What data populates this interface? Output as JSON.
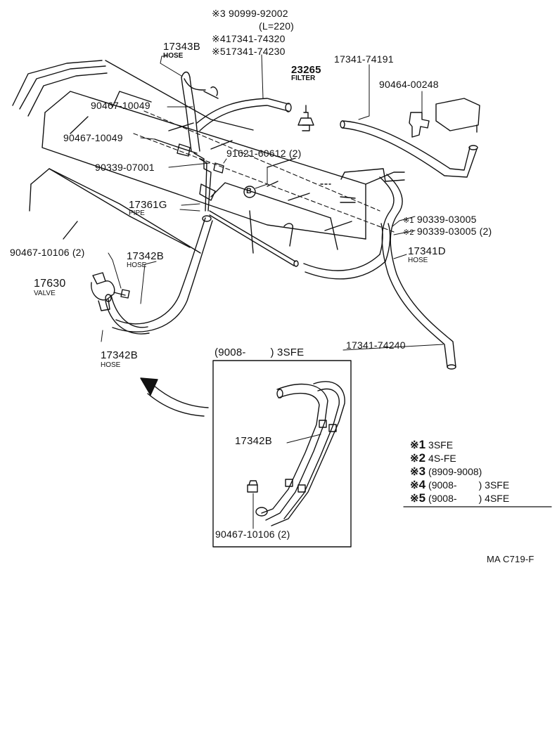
{
  "parts": {
    "p3": "90999-92002",
    "p3_mark": "※3",
    "p3_length": "(L=220)",
    "p4_mark": "※4",
    "p4": "17341-74320",
    "p5_mark": "※5",
    "p5": "17341-74230",
    "hose_17343b": "17343B",
    "hose_17343b_sub": "HOSE",
    "filter_23265": "23265",
    "filter_23265_sub": "FILTER",
    "p17341_74191": "17341-74191",
    "p90464_00248": "90464-00248",
    "p90467_10049_a": "90467-10049",
    "p90467_10049_b": "90467-10049",
    "p91621": "91621-60612 (2)",
    "p90339_07001": "90339-07001",
    "mark_b": "B",
    "p17361g": "17361G",
    "p17361g_sub": "PIPE",
    "p1_mark": "※1",
    "p1": "90339-03005",
    "p2_mark": "※2",
    "p2": "90339-03005 (2)",
    "p17341d": "17341D",
    "p17341d_sub": "HOSE",
    "p90467_10106": "90467-10106 (2)",
    "p17342b_top": "17342B",
    "p17342b_top_sub": "HOSE",
    "p17630": "17630",
    "p17630_sub": "VALVE",
    "p17341_74240": "17341-74240",
    "p17342b_bottom": "17342B",
    "p17342b_bottom_sub": "HOSE"
  },
  "inset": {
    "title": "(9008-        ) 3SFE",
    "hose_label": "17342B",
    "clamp_label": "90467-10106 (2)"
  },
  "legend": [
    {
      "mark": "※",
      "num": "1",
      "text": "3SFE"
    },
    {
      "mark": "※",
      "num": "2",
      "text": "4S-FE"
    },
    {
      "mark": "※",
      "num": "3",
      "text": "(8909-9008)"
    },
    {
      "mark": "※",
      "num": "4",
      "text": "(9008-        ) 3SFE"
    },
    {
      "mark": "※",
      "num": "5",
      "text": "(9008-        ) 4SFE"
    }
  ],
  "drawing_code": "MA C719-F"
}
